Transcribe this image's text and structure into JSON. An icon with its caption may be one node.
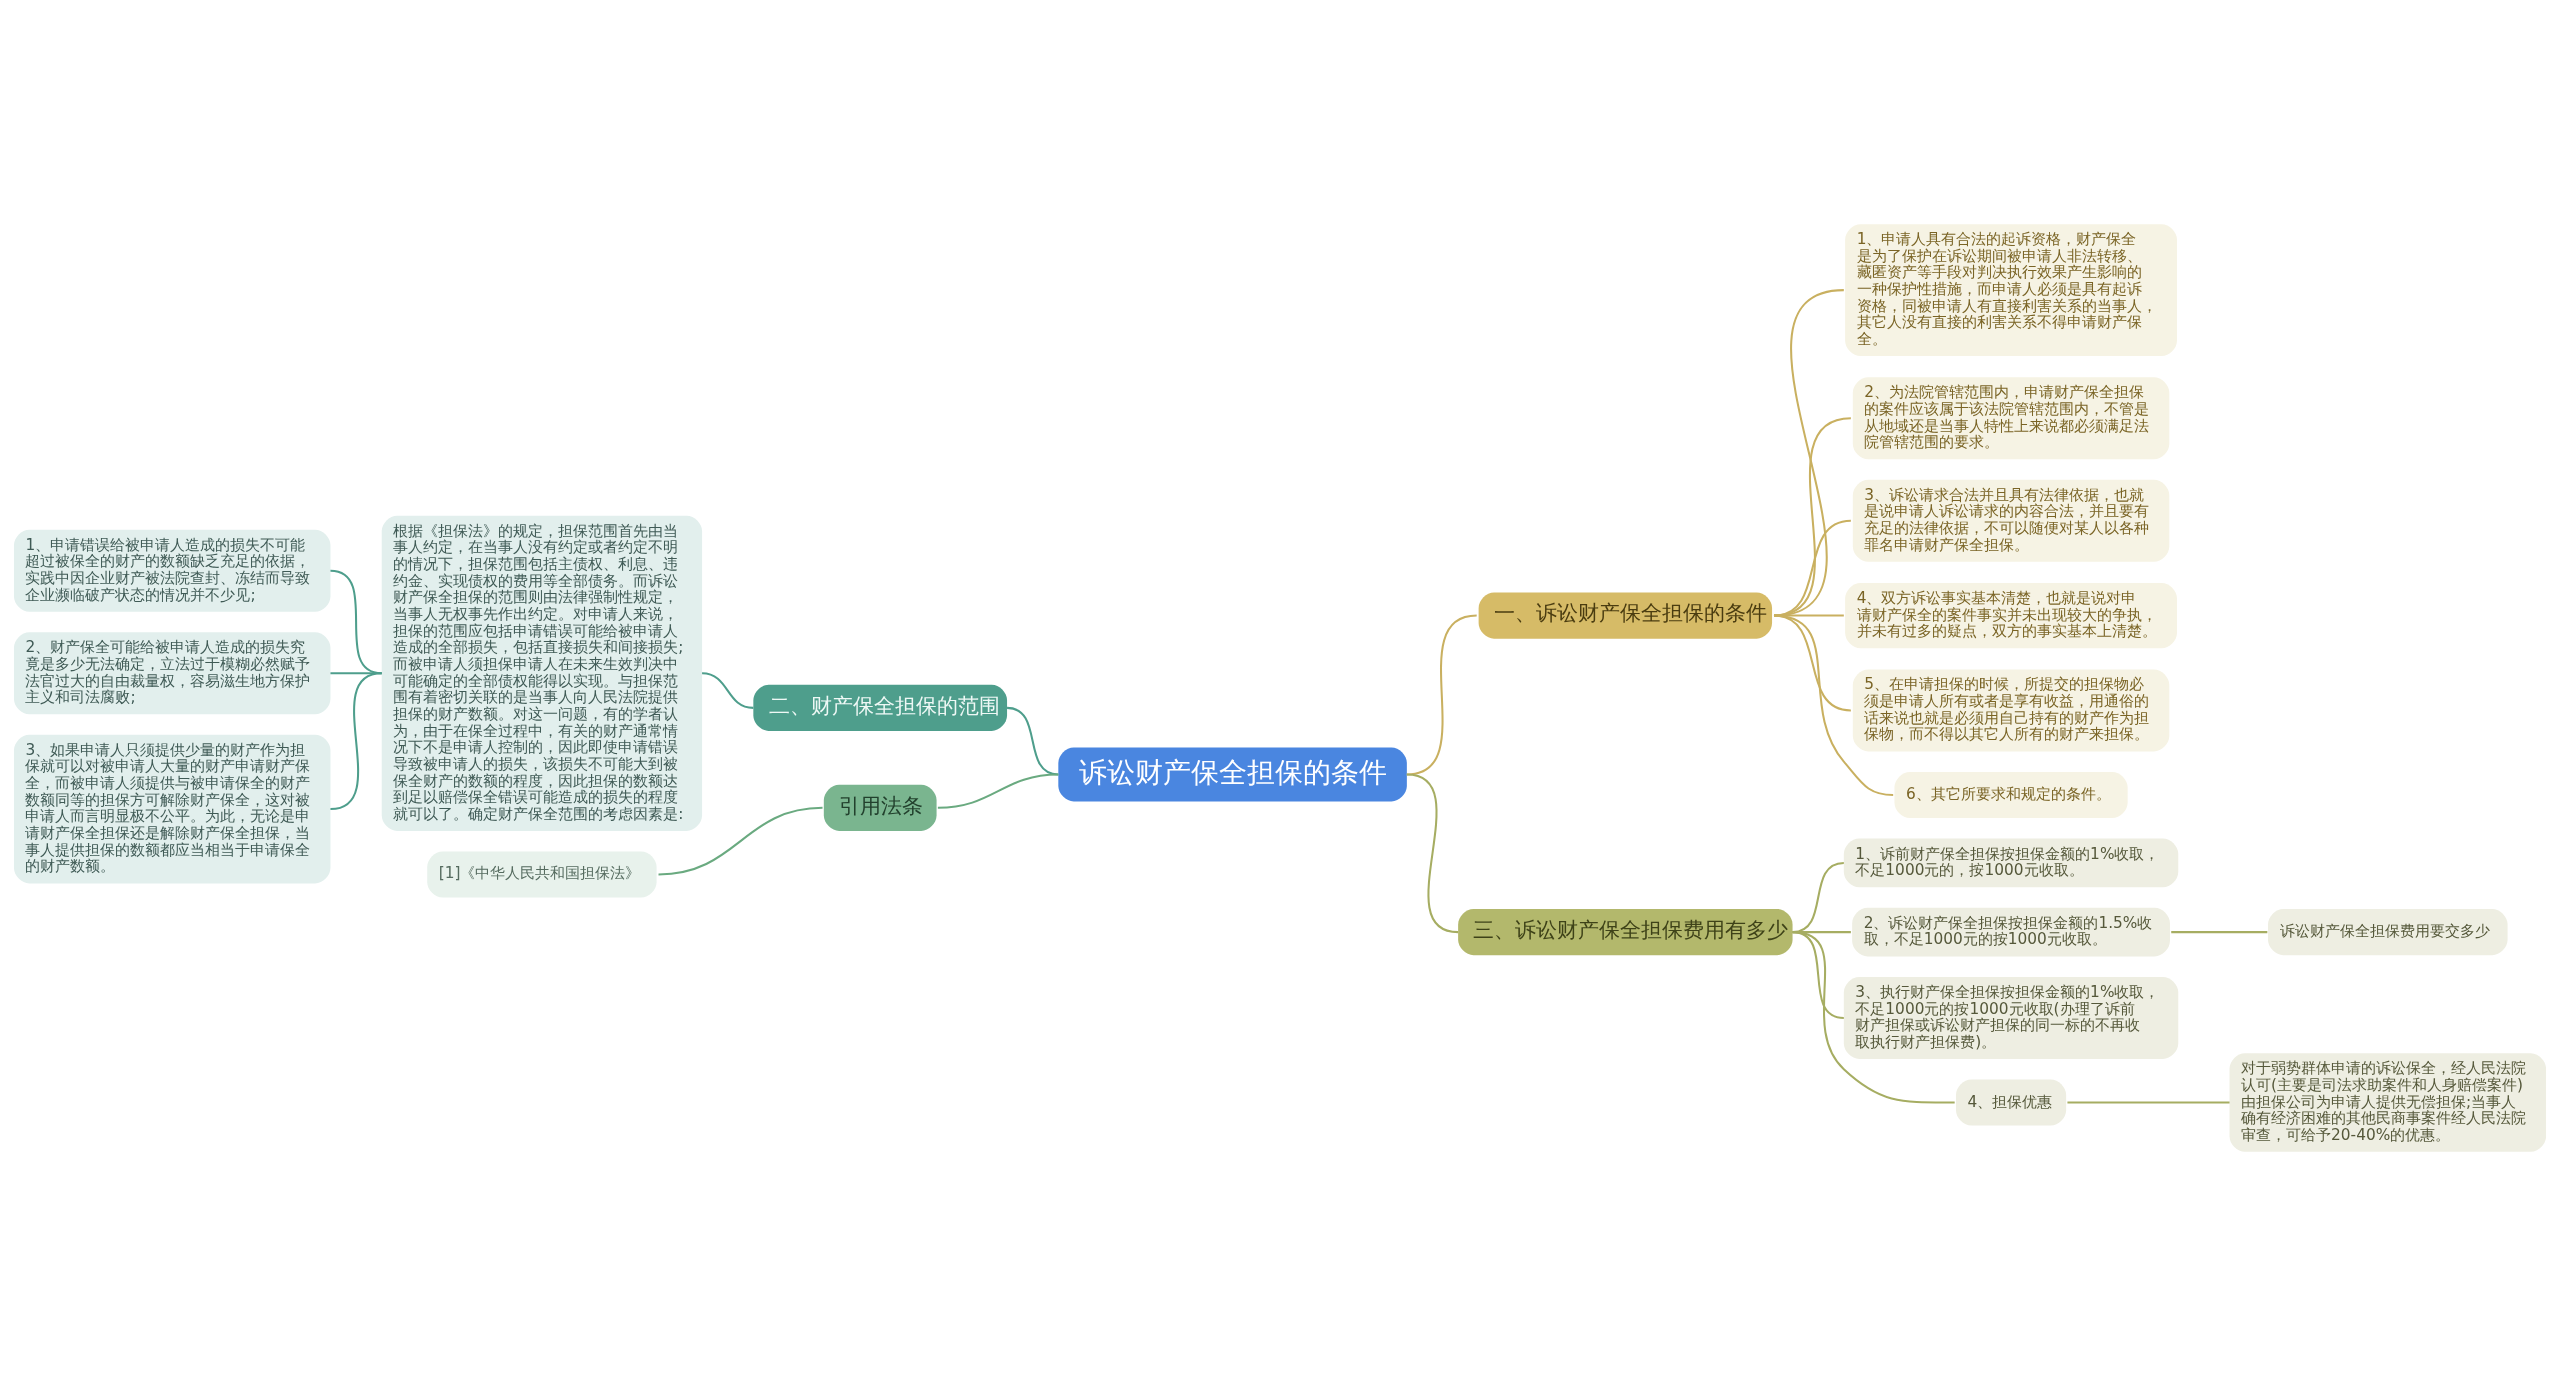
{
  "diagram": {
    "nodes": [
      {
        "text": [
          "诉讼财产保全担保的条件"
        ]
      },
      {
        "text": [
          "一、诉讼财产保全担保的条件"
        ]
      },
      {
        "text": [
          "1、申请人具有合法的起诉资格，财产保全是为了保护在诉讼期间被申请人非法转移、藏匿资产等手段对判决执行效果产生影响的一种保护性措施，而申请人必须是具有起诉资格，同被申请人有直接利害关系的当事人，其它人没有直接的利害关系不得申请财产保全。"
        ]
      },
      {
        "text": [
          "2、为法院管辖范围内，申请财产保全担保的案件应该属于该法院管辖范围内，不管是从地域还是当事人特性上来说都必须满足法院管辖范围的要求。"
        ]
      },
      {
        "text": [
          "3、诉讼请求合法并且具有法律依据，也就是说申请人诉讼请求的内容合法，并且要有充足的法律依据，不可以随便对某人以各种罪名申请财产保全担保。"
        ]
      },
      {
        "text": [
          "4、双方诉讼事实基本清楚，也就是说对申请财产保全的案件事实并未出现较大的争执，并未有过多的疑点，双方的事实基本上清楚。"
        ]
      },
      {
        "text": [
          "5、在申请担保的时候，所提交的担保物必须是申请人所有或者是享有收益，用通俗的话来说也就是必须用自己持有的财产作为担保物，而不得以其它人所有的财产来担保。"
        ]
      },
      {
        "text": [
          "6、其它所要求和规定的条件。"
        ]
      },
      {
        "text": [
          "三、诉讼财产保全担保费用有多少"
        ]
      },
      {
        "text": [
          "1、诉前财产保全担保按担保金额的1%收取，不足1000元的，按1000元收取。"
        ]
      },
      {
        "text": [
          "2、诉讼财产保全担保按担保金额的1.5%收取，不足1000元的按1000元收取。"
        ]
      },
      {
        "text": [
          "3、执行财产保全担保按担保金额的1%收取，不足1000元的按1000元收取(办理了诉前财产担保或诉讼财产担保的同一标的不再收取执行财产担保费)。"
        ]
      },
      {
        "text": [
          "4、担保优惠"
        ]
      },
      {
        "text": [
          "诉讼财产保全担保费用要交多少"
        ]
      },
      {
        "text": [
          "对于弱势群体申请的诉讼保全，经人民法院认可(主要是司法求助案件和人身赔偿案件)由担保公司为申请人提供无偿担保;当事人确有经济困难的其他民商事案件经人民法院审查，可给予20-40%的优惠。"
        ]
      },
      {
        "text": [
          "二、财产保全担保的范围"
        ]
      },
      {
        "text": [
          "根据《担保法》的规定，担保范围首先由当事人约定，在当事人没有约定或者约定不明的情况下，担保范围包括主债权、利息、违约金、实现债权的费用等全部债务。而诉讼财产保全担保的范围则由法律强制性规定，当事人无权事先作出约定。对申请人来说，担保的范围应包括申请错误可能给被申请人造成的全部损失，包括直接损失和间接损失;而被申请人须担保申请人在未来生效判决中可能确定的全部债权能得以实现。与担保范围有着密切关联的是当事人向人民法院提供担保的财产数额。对这一问题，有的学者认为，由于在保全过程中，有关的财产通常情况下不是申请人控制的，因此即使申请错误导致被申请人的损失，该损失不可能大到被保全财产的数额的程度，因此担保的数额达到足以赔偿保全错误可能造成的损失的程度就可以了。确定财产保全范围的考虑因素是:"
        ]
      },
      {
        "text": [
          "1、申请错误给被申请人造成的损失不可能超过被保全的财产的数额缺乏充足的依据，实践中因企业财产被法院查封、冻结而导致企业濒临破产状态的情况并不少见;"
        ]
      },
      {
        "text": [
          "2、财产保全可能给被申请人造成的损失究竟是多少无法确定，立法过于模糊必然赋予法官过大的自由裁量权，容易滋生地方保护主义和司法腐败;"
        ]
      },
      {
        "text": [
          "3、如果申请人只须提供少量的财产作为担保就可以对被申请人大量的财产申请财产保全，而被申请人须提供与被申请保全的财产数额同等的担保方可解除财产保全，这对被申请人而言明显极不公平。为此，无论是申请财产保全担保还是解除财产保全担保，当事人提供担保的数额都应当相当于申请保全的财产数额。"
        ]
      },
      {
        "text": [
          "引用法条"
        ]
      },
      {
        "text": [
          "[1]《中华人民共和国担保法》"
        ]
      }
    ],
    "edges": [
      {
        "from": 17,
        "to": 16,
        "arrow": "none",
        "color": "#4e9e8c"
      },
      {
        "from": 18,
        "to": 16,
        "arrow": "none",
        "color": "#4e9e8c"
      },
      {
        "from": 19,
        "to": 16,
        "arrow": "none",
        "color": "#4e9e8c"
      },
      {
        "from": 16,
        "to": 15,
        "arrow": "none",
        "color": "#4e9e8c"
      },
      {
        "from": 21,
        "to": 20,
        "arrow": "none",
        "color": "#6aaa80"
      },
      {
        "from": 15,
        "to": 0,
        "arrow": "none",
        "color": "#4e9e8c"
      },
      {
        "from": 20,
        "to": 0,
        "arrow": "none",
        "color": "#6aaa80"
      },
      {
        "from": 0,
        "to": 1,
        "arrow": "none",
        "color": "#c9b060"
      },
      {
        "from": 1,
        "to": 2,
        "arrow": "none",
        "color": "#c9b060"
      },
      {
        "from": 1,
        "to": 3,
        "arrow": "none",
        "color": "#c9b060"
      },
      {
        "from": 1,
        "to": 4,
        "arrow": "none",
        "color": "#c9b060"
      },
      {
        "from": 1,
        "to": 5,
        "arrow": "none",
        "color": "#c9b060"
      },
      {
        "from": 1,
        "to": 6,
        "arrow": "none",
        "color": "#c9b060"
      },
      {
        "from": 1,
        "to": 7,
        "arrow": "none",
        "color": "#c9b060"
      },
      {
        "from": 0,
        "to": 8,
        "arrow": "none",
        "color": "#a6ad62"
      },
      {
        "from": 8,
        "to": 9,
        "arrow": "none",
        "color": "#a6ad62"
      },
      {
        "from": 8,
        "to": 10,
        "arrow": "none",
        "color": "#a6ad62"
      },
      {
        "from": 8,
        "to": 11,
        "arrow": "none",
        "color": "#a6ad62"
      },
      {
        "from": 8,
        "to": 12,
        "arrow": "none",
        "color": "#a6ad62"
      },
      {
        "from": 10,
        "to": 13,
        "arrow": "none",
        "color": "#a6ad62"
      },
      {
        "from": 12,
        "to": 14,
        "arrow": "none",
        "color": "#a6ad62"
      }
    ]
  }
}
